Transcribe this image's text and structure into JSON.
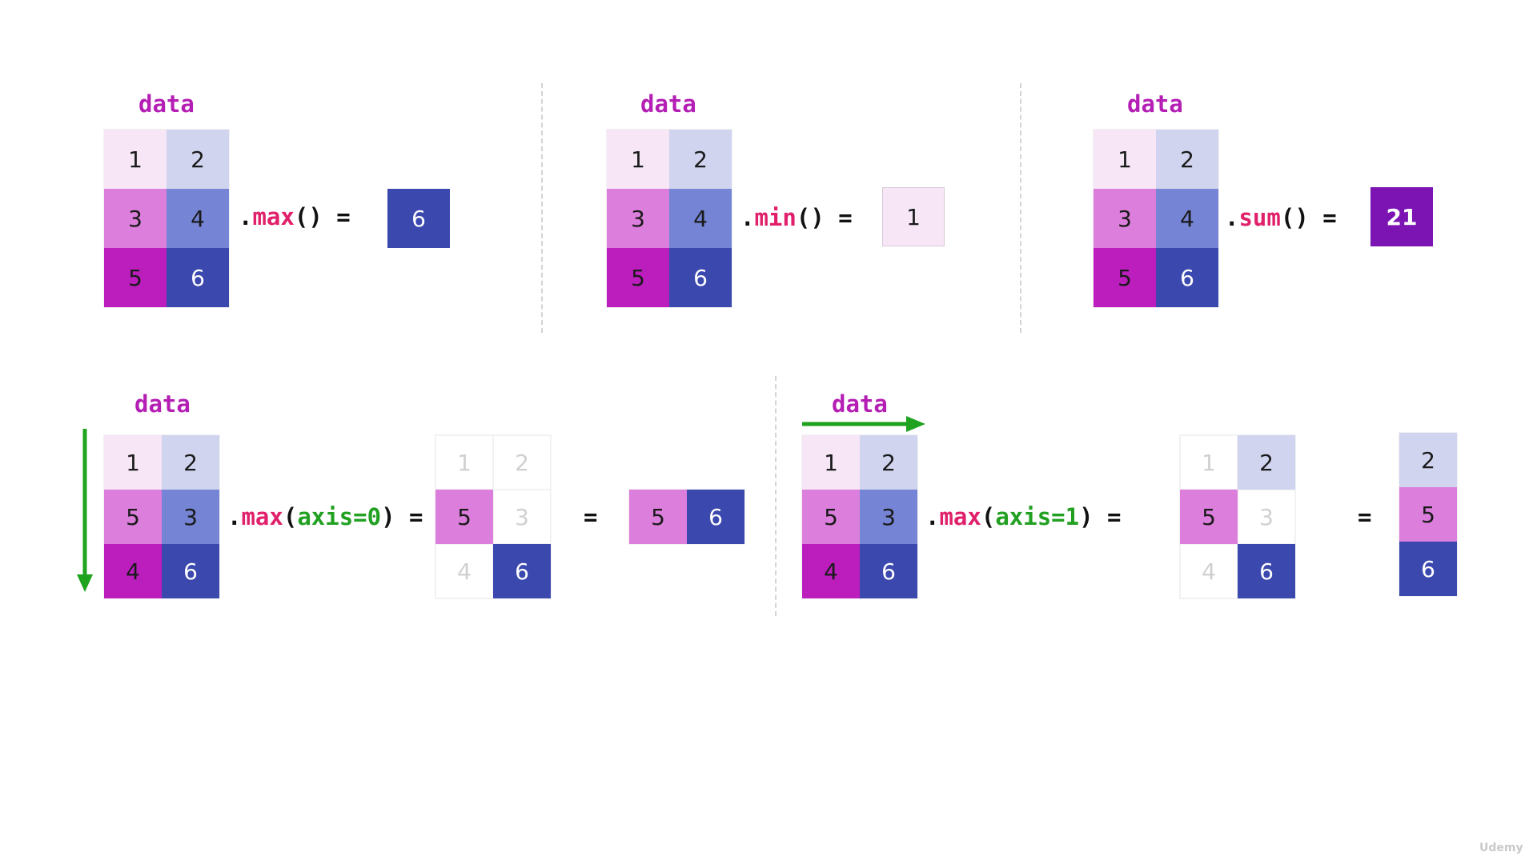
{
  "colors": {
    "c1": "#f6e6f6",
    "c2": "#d0d4ee",
    "c3": "#dc7edc",
    "c4": "#7584d4",
    "c5": "#bc1ebe",
    "c6": "#3b48ae",
    "sum": "#7c14b4",
    "label": "#b41eb4",
    "method": "#e0206a",
    "argument": "#22a022",
    "arrow": "#1fa31f"
  },
  "top": [
    {
      "label": "data",
      "matrix": [
        [
          1,
          2
        ],
        [
          3,
          4
        ],
        [
          5,
          6
        ]
      ],
      "op_prefix": ".",
      "op_fn": "max",
      "op_suffix": "() =",
      "result": "6"
    },
    {
      "label": "data",
      "matrix": [
        [
          1,
          2
        ],
        [
          3,
          4
        ],
        [
          5,
          6
        ]
      ],
      "op_prefix": ".",
      "op_fn": "min",
      "op_suffix": "() =",
      "result": "1"
    },
    {
      "label": "data",
      "matrix": [
        [
          1,
          2
        ],
        [
          3,
          4
        ],
        [
          5,
          6
        ]
      ],
      "op_prefix": ".",
      "op_fn": "sum",
      "op_suffix": "() =",
      "result": "21"
    }
  ],
  "bottom": [
    {
      "label": "data",
      "matrix": [
        [
          1,
          2
        ],
        [
          5,
          3
        ],
        [
          4,
          6
        ]
      ],
      "op_prefix": ".",
      "op_fn": "max",
      "op_paren_open": "(",
      "op_arg": "axis=0",
      "op_paren_close": ") =",
      "selection": [
        [
          "1",
          "2"
        ],
        [
          "5",
          "3"
        ],
        [
          "4",
          "6"
        ]
      ],
      "eq": "=",
      "result": [
        "5",
        "6"
      ]
    },
    {
      "label": "data",
      "matrix": [
        [
          1,
          2
        ],
        [
          5,
          3
        ],
        [
          4,
          6
        ]
      ],
      "op_prefix": ".",
      "op_fn": "max",
      "op_paren_open": "(",
      "op_arg": "axis=1",
      "op_paren_close": ") =",
      "selection": [
        [
          "1",
          "2"
        ],
        [
          "5",
          "3"
        ],
        [
          "4",
          "6"
        ]
      ],
      "eq": "=",
      "result": [
        "2",
        "5",
        "6"
      ]
    }
  ],
  "watermark": "Udemy"
}
